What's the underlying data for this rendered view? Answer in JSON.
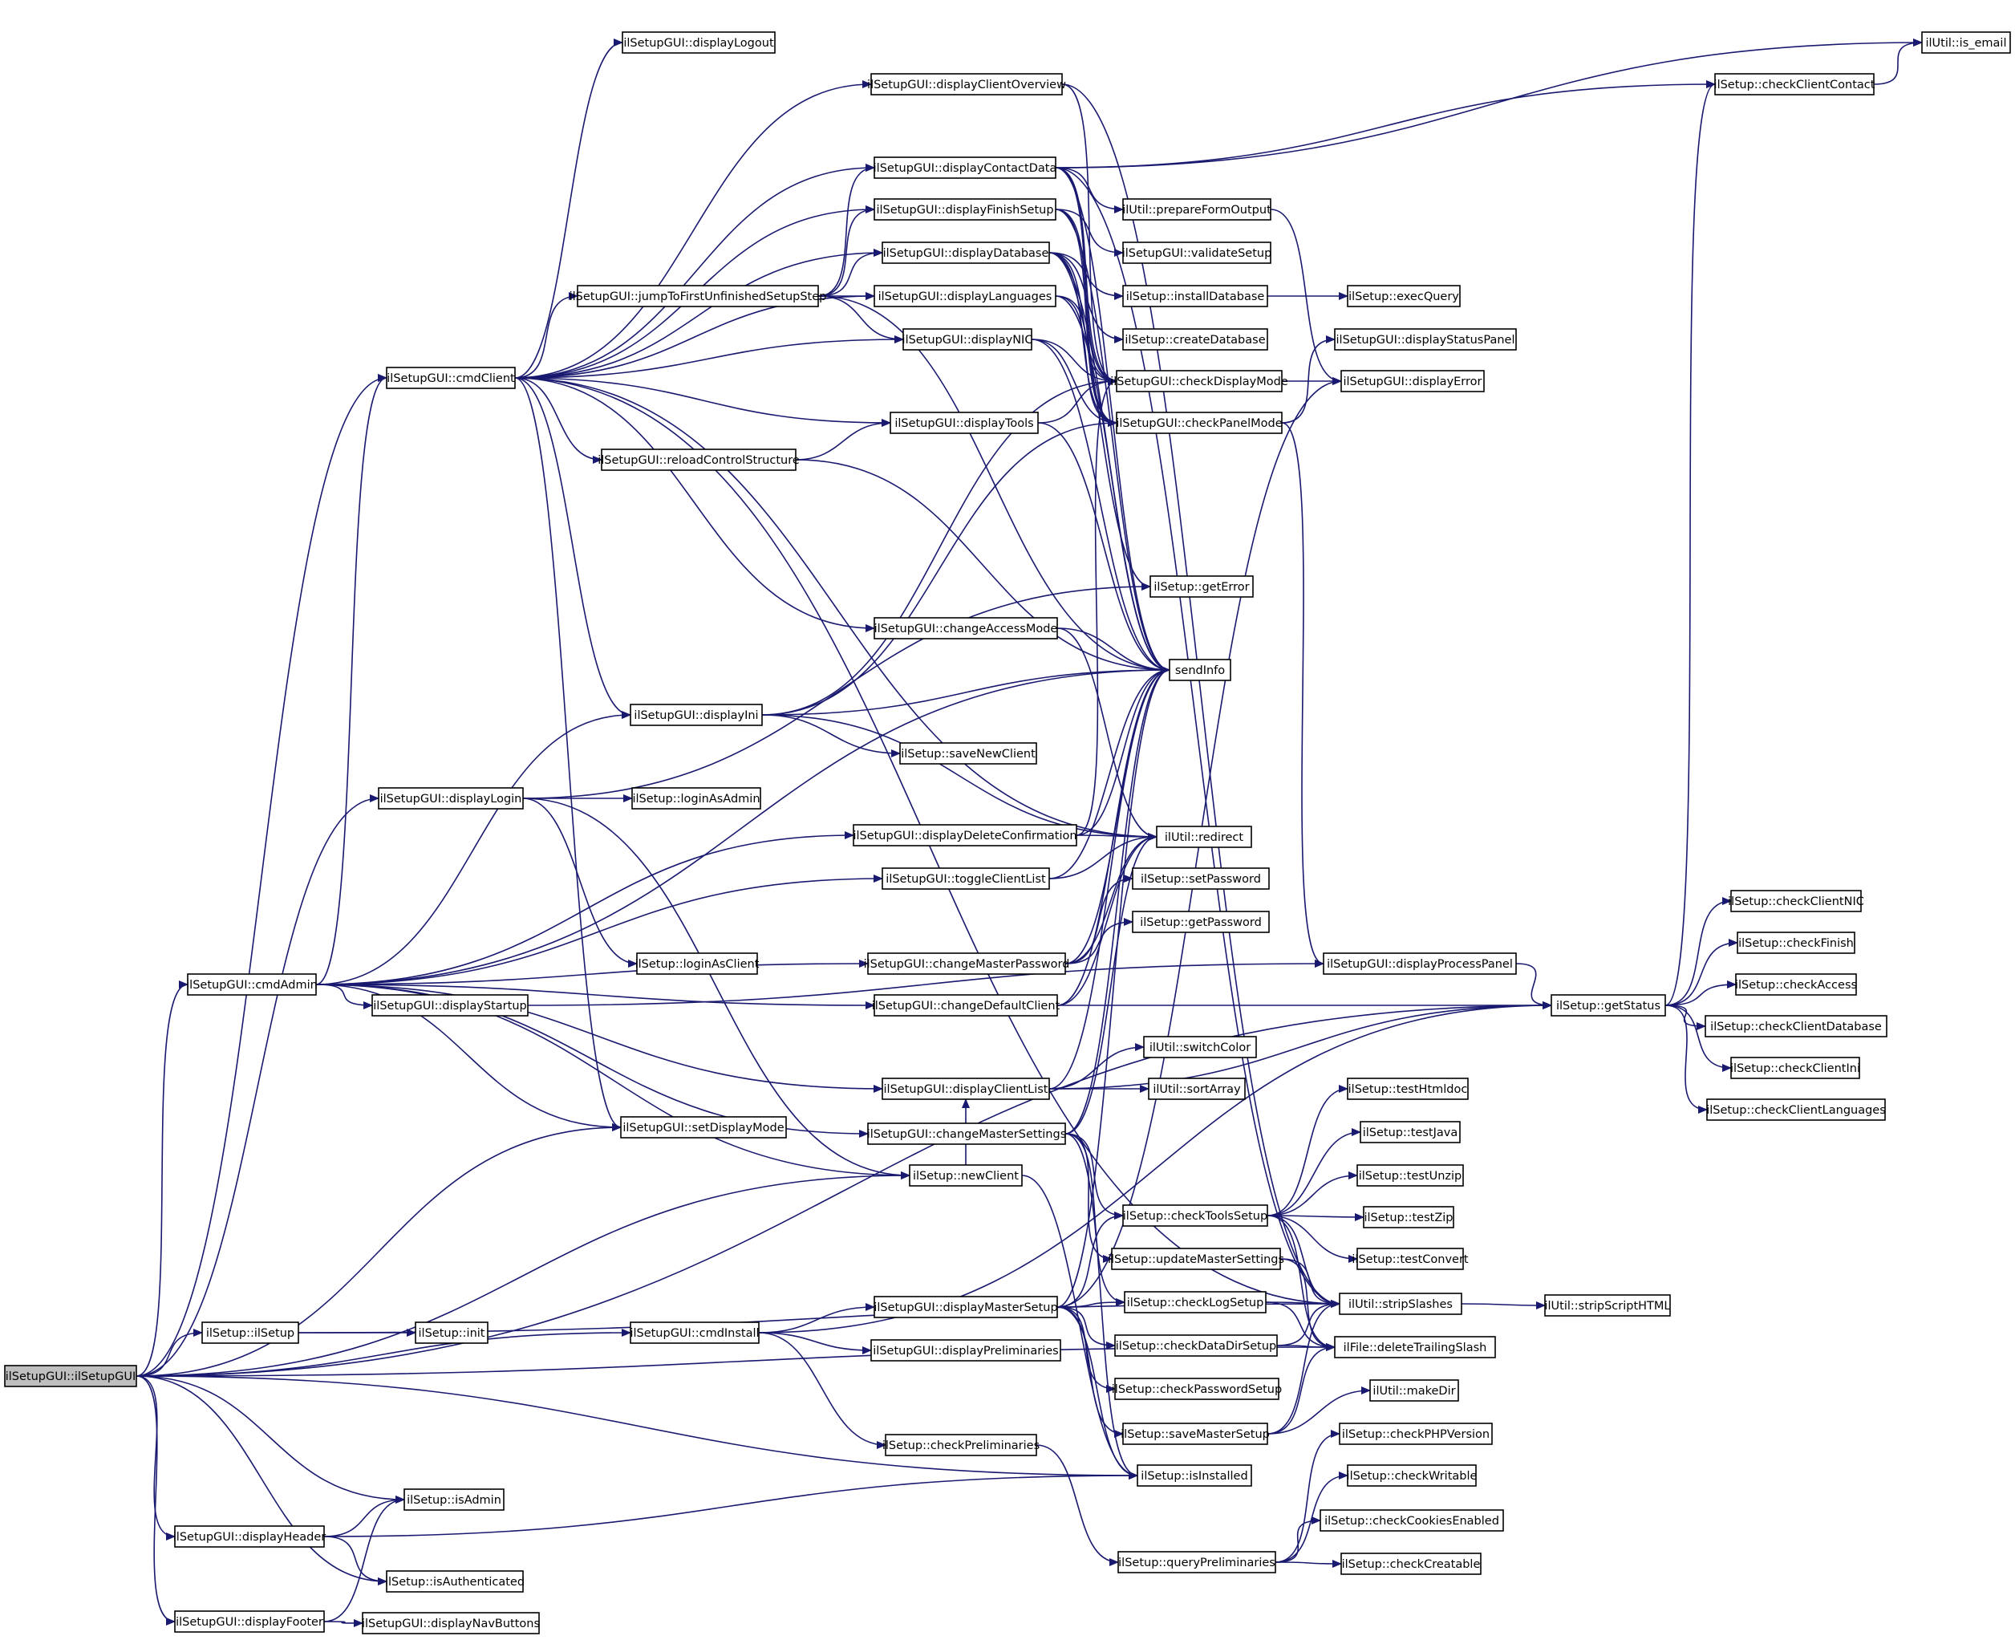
{
  "diagram": {
    "root": "root",
    "edge_color": "#191970",
    "nodes": [
      {
        "id": "root",
        "label": "ilSetupGUI::ilSetupGUI"
      },
      {
        "id": "cmdClient",
        "label": "ilSetupGUI::cmdClient"
      },
      {
        "id": "cmdAdmin",
        "label": "ilSetupGUI::cmdAdmin"
      },
      {
        "id": "ilSetup",
        "label": "ilSetup::ilSetup"
      },
      {
        "id": "init",
        "label": "ilSetup::init"
      },
      {
        "id": "cmdInstall",
        "label": "ilSetupGUI::cmdInstall"
      },
      {
        "id": "isAdmin",
        "label": "ilSetup::isAdmin"
      },
      {
        "id": "displayHeader",
        "label": "ilSetupGUI::displayHeader"
      },
      {
        "id": "isAuthenticated",
        "label": "ilSetup::isAuthenticated"
      },
      {
        "id": "displayFooter",
        "label": "ilSetupGUI::displayFooter"
      },
      {
        "id": "displayNavButtons",
        "label": "ilSetupGUI::displayNavButtons"
      },
      {
        "id": "displayLogout",
        "label": "ilSetupGUI::displayLogout"
      },
      {
        "id": "displayClientOverview",
        "label": "ilSetupGUI::displayClientOverview"
      },
      {
        "id": "displayContactData",
        "label": "ilSetupGUI::displayContactData"
      },
      {
        "id": "displayFinishSetup",
        "label": "ilSetupGUI::displayFinishSetup"
      },
      {
        "id": "displayDatabase",
        "label": "ilSetupGUI::displayDatabase"
      },
      {
        "id": "jumpTo",
        "label": "ilSetupGUI::jumpToFirstUnfinishedSetupStep"
      },
      {
        "id": "displayLanguages",
        "label": "ilSetupGUI::displayLanguages"
      },
      {
        "id": "displayNIC",
        "label": "ilSetupGUI::displayNIC"
      },
      {
        "id": "displayTools",
        "label": "ilSetupGUI::displayTools"
      },
      {
        "id": "reloadControlStructure",
        "label": "ilSetupGUI::reloadControlStructure"
      },
      {
        "id": "changeAccessMode",
        "label": "ilSetupGUI::changeAccessMode"
      },
      {
        "id": "displayIni",
        "label": "ilSetupGUI::displayIni"
      },
      {
        "id": "saveNewClient",
        "label": "ilSetup::saveNewClient"
      },
      {
        "id": "displayLogin",
        "label": "ilSetupGUI::displayLogin"
      },
      {
        "id": "loginAsAdmin",
        "label": "ilSetup::loginAsAdmin"
      },
      {
        "id": "displayDeleteConfirmation",
        "label": "ilSetupGUI::displayDeleteConfirmation"
      },
      {
        "id": "toggleClientList",
        "label": "ilSetupGUI::toggleClientList"
      },
      {
        "id": "loginAsClient",
        "label": "ilSetup::loginAsClient"
      },
      {
        "id": "changeMasterPassword",
        "label": "ilSetupGUI::changeMasterPassword"
      },
      {
        "id": "displayStartup",
        "label": "ilSetupGUI::displayStartup"
      },
      {
        "id": "changeDefaultClient",
        "label": "ilSetupGUI::changeDefaultClient"
      },
      {
        "id": "displayClientList",
        "label": "ilSetupGUI::displayClientList"
      },
      {
        "id": "setDisplayMode",
        "label": "ilSetupGUI::setDisplayMode"
      },
      {
        "id": "changeMasterSettings",
        "label": "ilSetupGUI::changeMasterSettings"
      },
      {
        "id": "newClient",
        "label": "ilSetup::newClient"
      },
      {
        "id": "displayMasterSetup",
        "label": "ilSetupGUI::displayMasterSetup"
      },
      {
        "id": "displayPreliminaries",
        "label": "ilSetupGUI::displayPreliminaries"
      },
      {
        "id": "checkPreliminaries",
        "label": "ilSetup::checkPreliminaries"
      },
      {
        "id": "prepareFormOutput",
        "label": "ilUtil::prepareFormOutput"
      },
      {
        "id": "validateSetup",
        "label": "ilSetupGUI::validateSetup"
      },
      {
        "id": "installDatabase",
        "label": "ilSetup::installDatabase"
      },
      {
        "id": "createDatabase",
        "label": "ilSetup::createDatabase"
      },
      {
        "id": "checkDisplayMode",
        "label": "ilSetupGUI::checkDisplayMode"
      },
      {
        "id": "checkPanelMode",
        "label": "ilSetupGUI::checkPanelMode"
      },
      {
        "id": "getError",
        "label": "ilSetup::getError"
      },
      {
        "id": "sendInfo",
        "label": "sendInfo"
      },
      {
        "id": "redirect",
        "label": "ilUtil::redirect"
      },
      {
        "id": "setPassword",
        "label": "ilSetup::setPassword"
      },
      {
        "id": "getPassword",
        "label": "ilSetup::getPassword"
      },
      {
        "id": "switchColor",
        "label": "ilUtil::switchColor"
      },
      {
        "id": "sortArray",
        "label": "ilUtil::sortArray"
      },
      {
        "id": "checkToolsSetup",
        "label": "ilSetup::checkToolsSetup"
      },
      {
        "id": "updateMasterSettings",
        "label": "ilSetup::updateMasterSettings"
      },
      {
        "id": "checkLogSetup",
        "label": "ilSetup::checkLogSetup"
      },
      {
        "id": "checkDataDirSetup",
        "label": "ilSetup::checkDataDirSetup"
      },
      {
        "id": "checkPasswordSetup",
        "label": "ilSetup::checkPasswordSetup"
      },
      {
        "id": "saveMasterSetup",
        "label": "ilSetup::saveMasterSetup"
      },
      {
        "id": "isInstalled",
        "label": "ilSetup::isInstalled"
      },
      {
        "id": "queryPreliminaries",
        "label": "ilSetup::queryPreliminaries"
      },
      {
        "id": "execQuery",
        "label": "ilSetup::execQuery"
      },
      {
        "id": "displayStatusPanel",
        "label": "ilSetupGUI::displayStatusPanel"
      },
      {
        "id": "displayError",
        "label": "ilSetupGUI::displayError"
      },
      {
        "id": "displayProcessPanel",
        "label": "ilSetupGUI::displayProcessPanel"
      },
      {
        "id": "testHtmldoc",
        "label": "ilSetup::testHtmldoc"
      },
      {
        "id": "testJava",
        "label": "ilSetup::testJava"
      },
      {
        "id": "testUnzip",
        "label": "ilSetup::testUnzip"
      },
      {
        "id": "testZip",
        "label": "ilSetup::testZip"
      },
      {
        "id": "testConvert",
        "label": "ilSetup::testConvert"
      },
      {
        "id": "stripSlashes",
        "label": "ilUtil::stripSlashes"
      },
      {
        "id": "deleteTrailingSlash",
        "label": "ilFile::deleteTrailingSlash"
      },
      {
        "id": "makeDir",
        "label": "ilUtil::makeDir"
      },
      {
        "id": "checkPHPVersion",
        "label": "ilSetup::checkPHPVersion"
      },
      {
        "id": "checkWritable",
        "label": "ilSetup::checkWritable"
      },
      {
        "id": "checkCookiesEnabled",
        "label": "ilSetup::checkCookiesEnabled"
      },
      {
        "id": "checkCreatable",
        "label": "ilSetup::checkCreatable"
      },
      {
        "id": "checkClientContact",
        "label": "ilSetup::checkClientContact"
      },
      {
        "id": "isEmail",
        "label": "ilUtil::is_email"
      },
      {
        "id": "getStatus",
        "label": "ilSetup::getStatus"
      },
      {
        "id": "stripScriptHTML",
        "label": "ilUtil::stripScriptHTML"
      },
      {
        "id": "checkClientNIC",
        "label": "ilSetup::checkClientNIC"
      },
      {
        "id": "checkFinish",
        "label": "ilSetup::checkFinish"
      },
      {
        "id": "checkAccess",
        "label": "ilSetup::checkAccess"
      },
      {
        "id": "checkClientDatabase",
        "label": "ilSetup::checkClientDatabase"
      },
      {
        "id": "checkClientIni",
        "label": "ilSetup::checkClientIni"
      },
      {
        "id": "checkClientLanguages",
        "label": "ilSetup::checkClientLanguages"
      }
    ],
    "edges": [
      [
        "root",
        "cmdClient"
      ],
      [
        "root",
        "cmdAdmin"
      ],
      [
        "root",
        "ilSetup"
      ],
      [
        "root",
        "cmdInstall"
      ],
      [
        "root",
        "isAdmin"
      ],
      [
        "root",
        "displayHeader"
      ],
      [
        "root",
        "isAuthenticated"
      ],
      [
        "root",
        "displayFooter"
      ],
      [
        "root",
        "displayLogin"
      ],
      [
        "root",
        "setDisplayMode"
      ],
      [
        "root",
        "newClient"
      ],
      [
        "root",
        "isInstalled"
      ],
      [
        "root",
        "getStatus"
      ],
      [
        "root",
        "deleteTrailingSlash"
      ],
      [
        "ilSetup",
        "init"
      ],
      [
        "ilSetup",
        "stripSlashes"
      ],
      [
        "displayHeader",
        "isAdmin"
      ],
      [
        "displayHeader",
        "isAuthenticated"
      ],
      [
        "displayHeader",
        "isInstalled"
      ],
      [
        "displayFooter",
        "isAdmin"
      ],
      [
        "displayFooter",
        "displayNavButtons"
      ],
      [
        "cmdClient",
        "displayLogout"
      ],
      [
        "cmdClient",
        "displayClientOverview"
      ],
      [
        "cmdClient",
        "displayContactData"
      ],
      [
        "cmdClient",
        "displayFinishSetup"
      ],
      [
        "cmdClient",
        "displayDatabase"
      ],
      [
        "cmdClient",
        "jumpTo"
      ],
      [
        "cmdClient",
        "displayLanguages"
      ],
      [
        "cmdClient",
        "displayNIC"
      ],
      [
        "cmdClient",
        "displayTools"
      ],
      [
        "cmdClient",
        "reloadControlStructure"
      ],
      [
        "cmdClient",
        "changeAccessMode"
      ],
      [
        "cmdClient",
        "displayIni"
      ],
      [
        "cmdClient",
        "setDisplayMode"
      ],
      [
        "cmdClient",
        "redirect"
      ],
      [
        "cmdClient",
        "stripSlashes"
      ],
      [
        "cmdAdmin",
        "cmdClient"
      ],
      [
        "cmdAdmin",
        "displayIni"
      ],
      [
        "cmdAdmin",
        "displayDeleteConfirmation"
      ],
      [
        "cmdAdmin",
        "toggleClientList"
      ],
      [
        "cmdAdmin",
        "changeMasterPassword"
      ],
      [
        "cmdAdmin",
        "displayStartup"
      ],
      [
        "cmdAdmin",
        "changeDefaultClient"
      ],
      [
        "cmdAdmin",
        "changeMasterSettings"
      ],
      [
        "cmdAdmin",
        "displayClientList"
      ],
      [
        "cmdAdmin",
        "setDisplayMode"
      ],
      [
        "cmdAdmin",
        "newClient"
      ],
      [
        "cmdAdmin",
        "sendInfo"
      ],
      [
        "displayLogin",
        "getError"
      ],
      [
        "displayLogin",
        "loginAsAdmin"
      ],
      [
        "displayLogin",
        "loginAsClient"
      ],
      [
        "displayLogin",
        "newClient"
      ],
      [
        "cmdInstall",
        "displayMasterSetup"
      ],
      [
        "cmdInstall",
        "displayPreliminaries"
      ],
      [
        "cmdInstall",
        "checkPreliminaries"
      ],
      [
        "cmdInstall",
        "getStatus"
      ],
      [
        "jumpTo",
        "displayContactData"
      ],
      [
        "jumpTo",
        "displayFinishSetup"
      ],
      [
        "jumpTo",
        "displayDatabase"
      ],
      [
        "jumpTo",
        "displayLanguages"
      ],
      [
        "jumpTo",
        "displayNIC"
      ],
      [
        "jumpTo",
        "sendInfo"
      ],
      [
        "reloadControlStructure",
        "displayTools"
      ],
      [
        "reloadControlStructure",
        "sendInfo"
      ],
      [
        "displayClientOverview",
        "checkDisplayMode"
      ],
      [
        "displayClientOverview",
        "stripSlashes"
      ],
      [
        "displayContactData",
        "checkDisplayMode"
      ],
      [
        "displayContactData",
        "checkPanelMode"
      ],
      [
        "displayContactData",
        "prepareFormOutput"
      ],
      [
        "displayContactData",
        "sendInfo"
      ],
      [
        "displayContactData",
        "checkClientContact"
      ],
      [
        "displayContactData",
        "isEmail"
      ],
      [
        "displayContactData",
        "stripSlashes"
      ],
      [
        "displayFinishSetup",
        "checkDisplayMode"
      ],
      [
        "displayFinishSetup",
        "checkPanelMode"
      ],
      [
        "displayFinishSetup",
        "validateSetup"
      ],
      [
        "displayFinishSetup",
        "sendInfo"
      ],
      [
        "displayDatabase",
        "checkDisplayMode"
      ],
      [
        "displayDatabase",
        "checkPanelMode"
      ],
      [
        "displayDatabase",
        "installDatabase"
      ],
      [
        "displayDatabase",
        "createDatabase"
      ],
      [
        "displayDatabase",
        "getError"
      ],
      [
        "displayDatabase",
        "sendInfo"
      ],
      [
        "displayLanguages",
        "checkDisplayMode"
      ],
      [
        "displayLanguages",
        "checkPanelMode"
      ],
      [
        "displayLanguages",
        "sendInfo"
      ],
      [
        "displayNIC",
        "checkDisplayMode"
      ],
      [
        "displayNIC",
        "checkPanelMode"
      ],
      [
        "displayNIC",
        "sendInfo"
      ],
      [
        "displayTools",
        "checkDisplayMode"
      ],
      [
        "displayTools",
        "sendInfo"
      ],
      [
        "changeAccessMode",
        "sendInfo"
      ],
      [
        "changeAccessMode",
        "redirect"
      ],
      [
        "displayIni",
        "checkDisplayMode"
      ],
      [
        "displayIni",
        "checkPanelMode"
      ],
      [
        "displayIni",
        "saveNewClient"
      ],
      [
        "displayIni",
        "sendInfo"
      ],
      [
        "displayIni",
        "redirect"
      ],
      [
        "displayDeleteConfirmation",
        "checkDisplayMode"
      ],
      [
        "displayDeleteConfirmation",
        "redirect"
      ],
      [
        "displayDeleteConfirmation",
        "sendInfo"
      ],
      [
        "toggleClientList",
        "redirect"
      ],
      [
        "toggleClientList",
        "sendInfo"
      ],
      [
        "changeMasterPassword",
        "setPassword"
      ],
      [
        "changeMasterPassword",
        "getPassword"
      ],
      [
        "changeMasterPassword",
        "sendInfo"
      ],
      [
        "changeMasterPassword",
        "redirect"
      ],
      [
        "displayStartup",
        "displayProcessPanel"
      ],
      [
        "changeDefaultClient",
        "getStatus"
      ],
      [
        "changeDefaultClient",
        "sendInfo"
      ],
      [
        "changeDefaultClient",
        "redirect"
      ],
      [
        "displayClientList",
        "switchColor"
      ],
      [
        "displayClientList",
        "sortArray"
      ],
      [
        "displayClientList",
        "sendInfo"
      ],
      [
        "displayClientList",
        "getStatus"
      ],
      [
        "changeMasterSettings",
        "checkToolsSetup"
      ],
      [
        "changeMasterSettings",
        "updateMasterSettings"
      ],
      [
        "changeMasterSettings",
        "checkLogSetup"
      ],
      [
        "changeMasterSettings",
        "sendInfo"
      ],
      [
        "changeMasterSettings",
        "redirect"
      ],
      [
        "changeMasterSettings",
        "isInstalled"
      ],
      [
        "newClient",
        "displayClientList"
      ],
      [
        "newClient",
        "isInstalled"
      ],
      [
        "displayMasterSetup",
        "checkToolsSetup"
      ],
      [
        "displayMasterSetup",
        "checkLogSetup"
      ],
      [
        "displayMasterSetup",
        "checkDataDirSetup"
      ],
      [
        "displayMasterSetup",
        "checkPasswordSetup"
      ],
      [
        "displayMasterSetup",
        "saveMasterSetup"
      ],
      [
        "displayMasterSetup",
        "isInstalled"
      ],
      [
        "displayMasterSetup",
        "sendInfo"
      ],
      [
        "displayMasterSetup",
        "displayError"
      ],
      [
        "checkPreliminaries",
        "queryPreliminaries"
      ],
      [
        "installDatabase",
        "execQuery"
      ],
      [
        "checkDisplayMode",
        "displayError"
      ],
      [
        "checkPanelMode",
        "displayStatusPanel"
      ],
      [
        "checkPanelMode",
        "displayProcessPanel"
      ],
      [
        "prepareFormOutput",
        "displayError"
      ],
      [
        "checkToolsSetup",
        "testHtmldoc"
      ],
      [
        "checkToolsSetup",
        "testJava"
      ],
      [
        "checkToolsSetup",
        "testUnzip"
      ],
      [
        "checkToolsSetup",
        "testZip"
      ],
      [
        "checkToolsSetup",
        "testConvert"
      ],
      [
        "checkToolsSetup",
        "stripSlashes"
      ],
      [
        "checkToolsSetup",
        "deleteTrailingSlash"
      ],
      [
        "updateMasterSettings",
        "stripSlashes"
      ],
      [
        "updateMasterSettings",
        "deleteTrailingSlash"
      ],
      [
        "checkLogSetup",
        "stripSlashes"
      ],
      [
        "checkLogSetup",
        "deleteTrailingSlash"
      ],
      [
        "checkDataDirSetup",
        "stripSlashes"
      ],
      [
        "checkDataDirSetup",
        "deleteTrailingSlash"
      ],
      [
        "saveMasterSetup",
        "stripSlashes"
      ],
      [
        "saveMasterSetup",
        "deleteTrailingSlash"
      ],
      [
        "saveMasterSetup",
        "makeDir"
      ],
      [
        "queryPreliminaries",
        "checkPHPVersion"
      ],
      [
        "queryPreliminaries",
        "checkWritable"
      ],
      [
        "queryPreliminaries",
        "checkCookiesEnabled"
      ],
      [
        "queryPreliminaries",
        "checkCreatable"
      ],
      [
        "stripSlashes",
        "stripScriptHTML"
      ],
      [
        "displayProcessPanel",
        "getStatus"
      ],
      [
        "checkClientContact",
        "isEmail"
      ],
      [
        "getStatus",
        "checkClientContact"
      ],
      [
        "getStatus",
        "checkClientNIC"
      ],
      [
        "getStatus",
        "checkFinish"
      ],
      [
        "getStatus",
        "checkAccess"
      ],
      [
        "getStatus",
        "checkClientDatabase"
      ],
      [
        "getStatus",
        "checkClientIni"
      ],
      [
        "getStatus",
        "checkClientLanguages"
      ]
    ]
  }
}
